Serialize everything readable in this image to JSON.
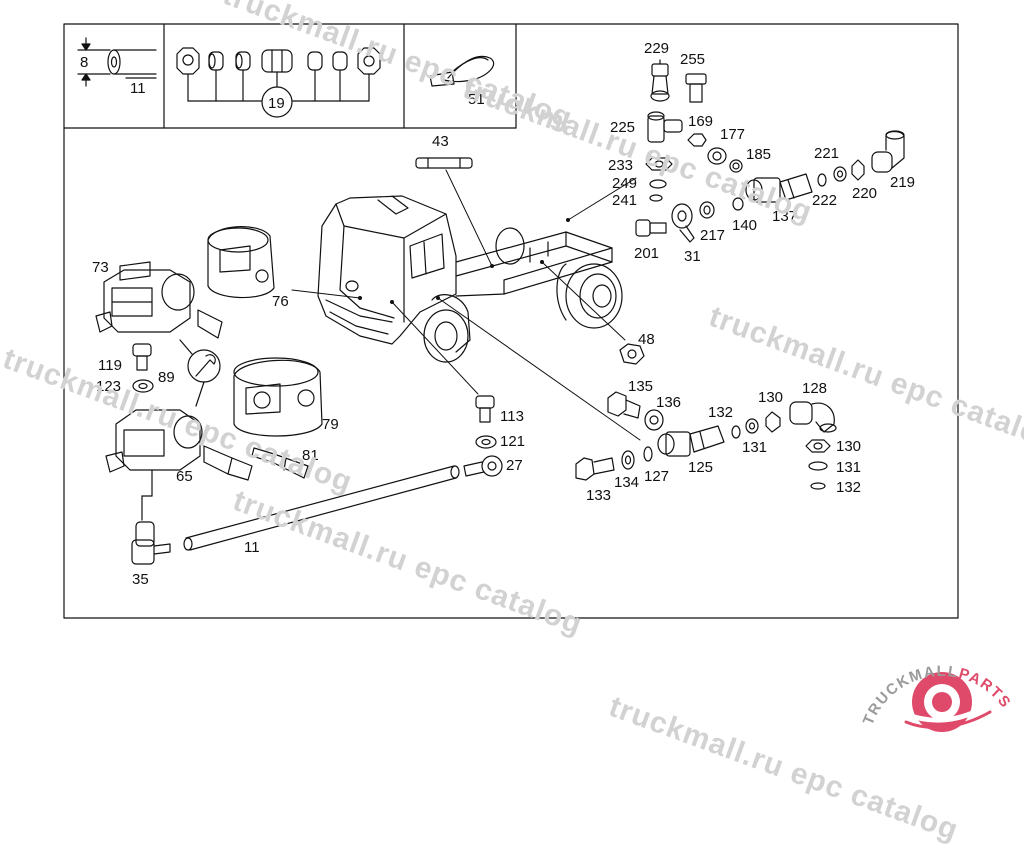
{
  "watermark": "truckmall.ru epc catalog",
  "logo": {
    "text_left": "TRUCKMALL",
    "text_right": "PARTS",
    "color_left": "#9a9a9a",
    "color_right": "#e04a6a"
  },
  "dimension_label": "8",
  "callouts": {
    "c11a": "11",
    "c19": "19",
    "c51": "51",
    "c43": "43",
    "c229": "229",
    "c255": "255",
    "c225": "225",
    "c169": "169",
    "c177": "177",
    "c185": "185",
    "c233": "233",
    "c249": "249",
    "c241": "241",
    "c221": "221",
    "c222": "222",
    "c220": "220",
    "c219": "219",
    "c137": "137",
    "c140": "140",
    "c217": "217",
    "c201": "201",
    "c31": "31",
    "c73": "73",
    "c76": "76",
    "c48": "48",
    "c119": "119",
    "c123": "123",
    "c89": "89",
    "c79": "79",
    "c113": "113",
    "c121": "121",
    "c27": "27",
    "c81": "81",
    "c65": "65",
    "c135": "135",
    "c136": "136",
    "c130a": "130",
    "c128": "128",
    "c132a": "132",
    "c131a": "131",
    "c125": "125",
    "c127": "127",
    "c134": "134",
    "c133": "133",
    "c130b": "130",
    "c131b": "131",
    "c132b": "132",
    "c11b": "11",
    "c35": "35"
  }
}
